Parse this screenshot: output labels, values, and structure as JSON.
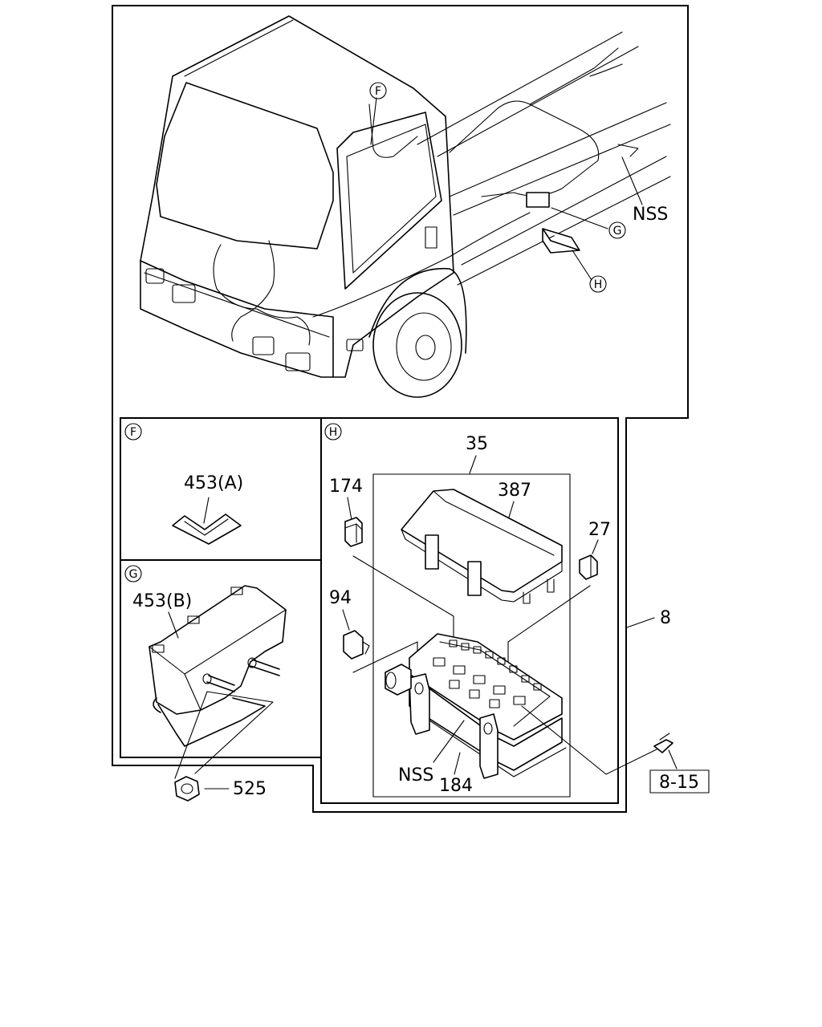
{
  "callouts": {
    "top_F": "F",
    "top_G": "G",
    "top_H": "H",
    "top_NSS": "NSS",
    "panel_F": "F",
    "panel_G": "G",
    "panel_H": "H",
    "p453A": "453(A)",
    "p453B": "453(B)",
    "p35": "35",
    "p387": "387",
    "p174": "174",
    "p27": "27",
    "p94": "94",
    "p8": "8",
    "pNSS2": "NSS",
    "p184": "184",
    "p525": "525",
    "ref815": "8-15"
  }
}
